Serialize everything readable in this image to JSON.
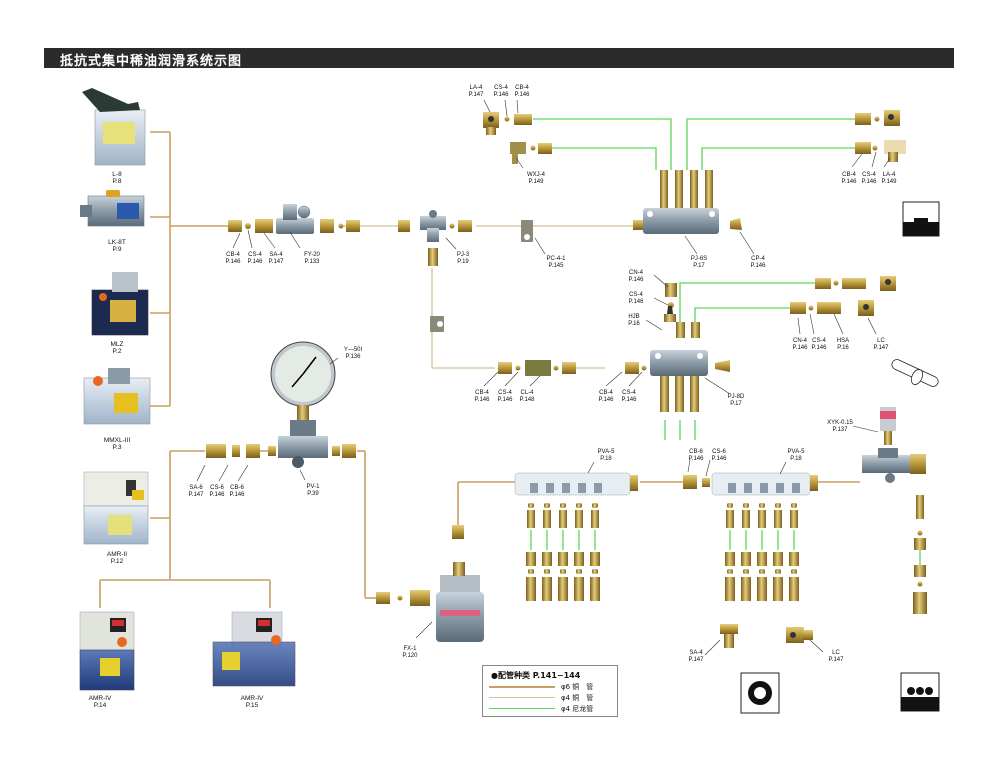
{
  "title": "抵抗式集中稀油润滑系统示图",
  "colors": {
    "pipe_cu6": "#c8a060",
    "pipe_cu4": "#d8c09a",
    "pipe_nylon4": "#5ad65a",
    "brass": "#b8963a",
    "steel": "#8a9aa6",
    "title_bg": "#2b2b2b"
  },
  "pumps": [
    {
      "model": "L-8",
      "page": "P.8"
    },
    {
      "model": "LK-8T",
      "page": "P.9"
    },
    {
      "model": "MLZ",
      "page": "P.2"
    },
    {
      "model": "MMXL-III",
      "page": "P.3"
    },
    {
      "model": "AMR-II",
      "page": "P.12"
    },
    {
      "model": "AMR-IV",
      "page": "P.14"
    },
    {
      "model": "AMR-IV",
      "page": "P.15"
    }
  ],
  "labels": {
    "cb4_a": {
      "model": "CB-4",
      "page": "P.146"
    },
    "cs4_a": {
      "model": "CS-4",
      "page": "P.146"
    },
    "sa4_a": {
      "model": "SA-4",
      "page": "P.147"
    },
    "fy20": {
      "model": "FY-20",
      "page": "P.133"
    },
    "pj3": {
      "model": "PJ-3",
      "page": "P.19"
    },
    "pc41": {
      "model": "PC-4-1",
      "page": "P.145"
    },
    "pj6s": {
      "model": "PJ-6S",
      "page": "P.17"
    },
    "cp4": {
      "model": "CP-4",
      "page": "P.146"
    },
    "la4_top": {
      "model": "LA-4",
      "page": "P.147"
    },
    "cs4_top": {
      "model": "CS-4",
      "page": "P.146"
    },
    "cb4_top": {
      "model": "CB-4",
      "page": "P.146"
    },
    "wxj4": {
      "model": "WXJ-4",
      "page": "P.149"
    },
    "cb4_tr": {
      "model": "CB-4",
      "page": "P.146"
    },
    "cs4_tr": {
      "model": "CS-4",
      "page": "P.146"
    },
    "la4_tr": {
      "model": "LA-4",
      "page": "P.149"
    },
    "cn4_a": {
      "model": "CN-4",
      "page": "P.146"
    },
    "cs4_b": {
      "model": "CS-4",
      "page": "P.146"
    },
    "hjb": {
      "model": "HJB",
      "page": "P.16"
    },
    "cn4_b": {
      "model": "CN-4",
      "page": "P.146"
    },
    "cs4_c": {
      "model": "CS-4",
      "page": "P.146"
    },
    "hsa": {
      "model": "HSA",
      "page": "P.16"
    },
    "lc_a": {
      "model": "LC",
      "page": "P.147"
    },
    "cb4_b": {
      "model": "CB-4",
      "page": "P.146"
    },
    "cs4_d": {
      "model": "CS-4",
      "page": "P.146"
    },
    "cl4": {
      "model": "CL-4",
      "page": "P.148"
    },
    "cb4_c": {
      "model": "CB-4",
      "page": "P.146"
    },
    "cs4_e": {
      "model": "CS-4",
      "page": "P.146"
    },
    "pj8d": {
      "model": "PJ-8D",
      "page": "P.17"
    },
    "y50": {
      "model": "Y—50I",
      "page": "P.136"
    },
    "pv1": {
      "model": "PV-1",
      "page": "P.39"
    },
    "sa6": {
      "model": "SA-6",
      "page": "P.147"
    },
    "cs6_a": {
      "model": "CS-6",
      "page": "P.146"
    },
    "cb6_a": {
      "model": "CB-6",
      "page": "P.146"
    },
    "pva5_a": {
      "model": "PVA-5",
      "page": "P.18"
    },
    "cb6_b": {
      "model": "CB-6",
      "page": "P.146"
    },
    "cs6_b": {
      "model": "CS-6",
      "page": "P.146"
    },
    "pva5_b": {
      "model": "PVA-5",
      "page": "P.18"
    },
    "xyk": {
      "model": "XYK-0.15",
      "page": "P.137"
    },
    "fx1": {
      "model": "FX-1",
      "page": "P.120"
    },
    "sa4_b": {
      "model": "SA-4",
      "page": "P.147"
    },
    "lc_b": {
      "model": "LC",
      "page": "P.147"
    }
  },
  "legend": {
    "title": "●配管种类 P.141−144",
    "items": [
      {
        "label": "φ6 铜　管",
        "type": "copper-6"
      },
      {
        "label": "φ4 铜　管",
        "type": "copper-4"
      },
      {
        "label": "φ4 尼龙管",
        "type": "nylon-4"
      }
    ]
  }
}
